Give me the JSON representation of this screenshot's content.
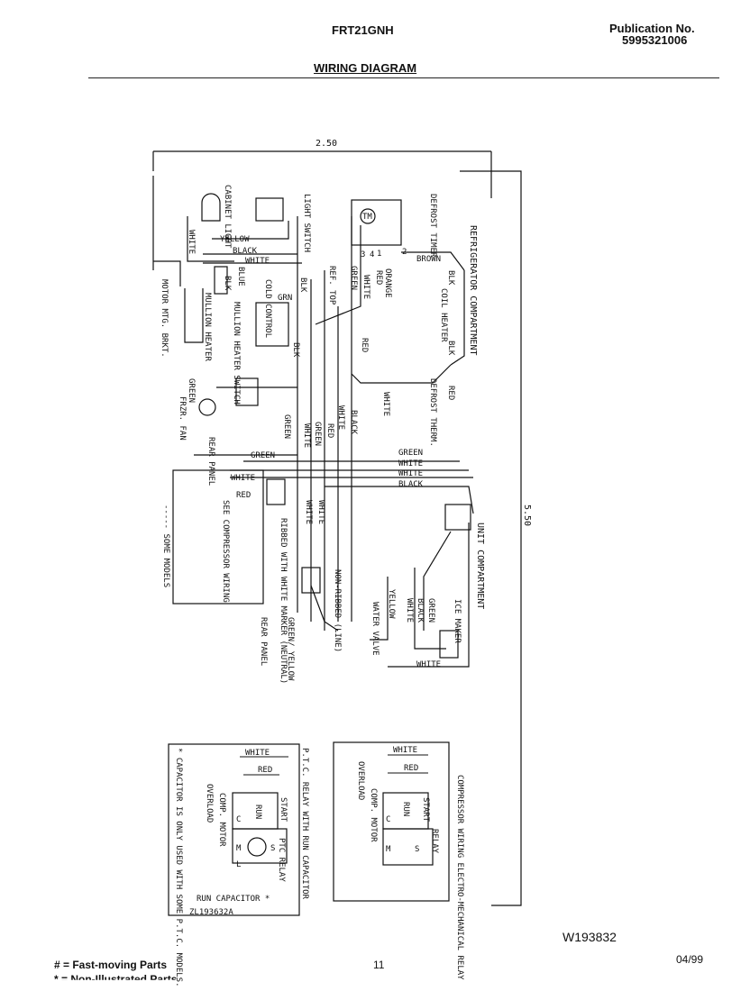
{
  "header": {
    "model": "FRT21GNH",
    "publication_label": "Publication No.",
    "publication_number": "5995321006",
    "title": "WIRING DIAGRAM"
  },
  "diagram": {
    "dimension_top": "2.50",
    "dimension_right": "5.50",
    "refrigerator_compartment": "REFRIGERATOR COMPARTMENT",
    "unit_compartment": "UNIT COMPARTMENT",
    "components": {
      "defrost_timer": "DEFROST TIMER",
      "timer_motor": "TM",
      "light_switch": "LIGHT SWITCH",
      "cabinet_light": "CABINET LIGHT",
      "cold_control": "COLD CONTROL",
      "mullion_heater_switch": "MULLION HEATER SWITCH",
      "mullion_heater": "MULLION HEATER",
      "motor_mtg_brkt": "MOTOR MTG. BRKT.",
      "frzr_fan": "FRZR. FAN",
      "defrost_therm": "DEFROST THERM.",
      "coil_heater": "COIL HEATER",
      "ref_top": "REF. TOP",
      "rear_panel": "REAR PANEL",
      "rear_panel_2": "REAR PANEL",
      "see_compressor_wiring": "SEE COMPRESSOR WIRING",
      "some_models": "----- SOME MODELS",
      "ribbed": "RIBBED WITH WHITE MARKER (NEUTRAL)",
      "non_ribbed": "NON-RIBBED (LINE)",
      "green_yellow": "GREEN/ YELLOW",
      "water_valve": "WATER VALVE",
      "ice_maker": "ICE MAKER"
    },
    "wires": {
      "white": "WHITE",
      "yellow": "YELLOW",
      "black": "BLACK",
      "blk": "BLK",
      "blue": "BLUE",
      "grn": "GRN",
      "green": "GREEN",
      "red": "RED",
      "orange": "ORANGE",
      "brown": "BROWN"
    },
    "terminals": [
      "1",
      "2",
      "3",
      "4"
    ],
    "ptc_box": {
      "title": "P.T.C. RELAY WITH RUN CAPACITOR",
      "overload": "OVERLOAD",
      "comp_motor": "COMP. MOTOR",
      "ptc_relay": "PTC RELAY",
      "run_capacitor": "RUN CAPACITOR *",
      "note": "* CAPACITOR IS ONLY USED WITH SOME P.T.C. MODELS.",
      "start": "START",
      "run": "RUN",
      "c": "C",
      "m": "M",
      "s": "S",
      "l": "L",
      "drawing_code": "ZL193632A"
    },
    "em_box": {
      "title": "COMPRESSOR WIRING ELECTRO-MECHANICAL RELAY",
      "overload": "OVERLOAD",
      "comp_motor": "COMP. MOTOR",
      "relay": "RELAY",
      "start": "START",
      "run": "RUN",
      "c": "C",
      "m": "M",
      "s": "S"
    }
  },
  "footer": {
    "drawing_number": "W193832",
    "page": "11",
    "date": "04/99",
    "legend_fast": "# = Fast-moving Parts",
    "legend_non": "* = Non-Illustrated Parts"
  }
}
